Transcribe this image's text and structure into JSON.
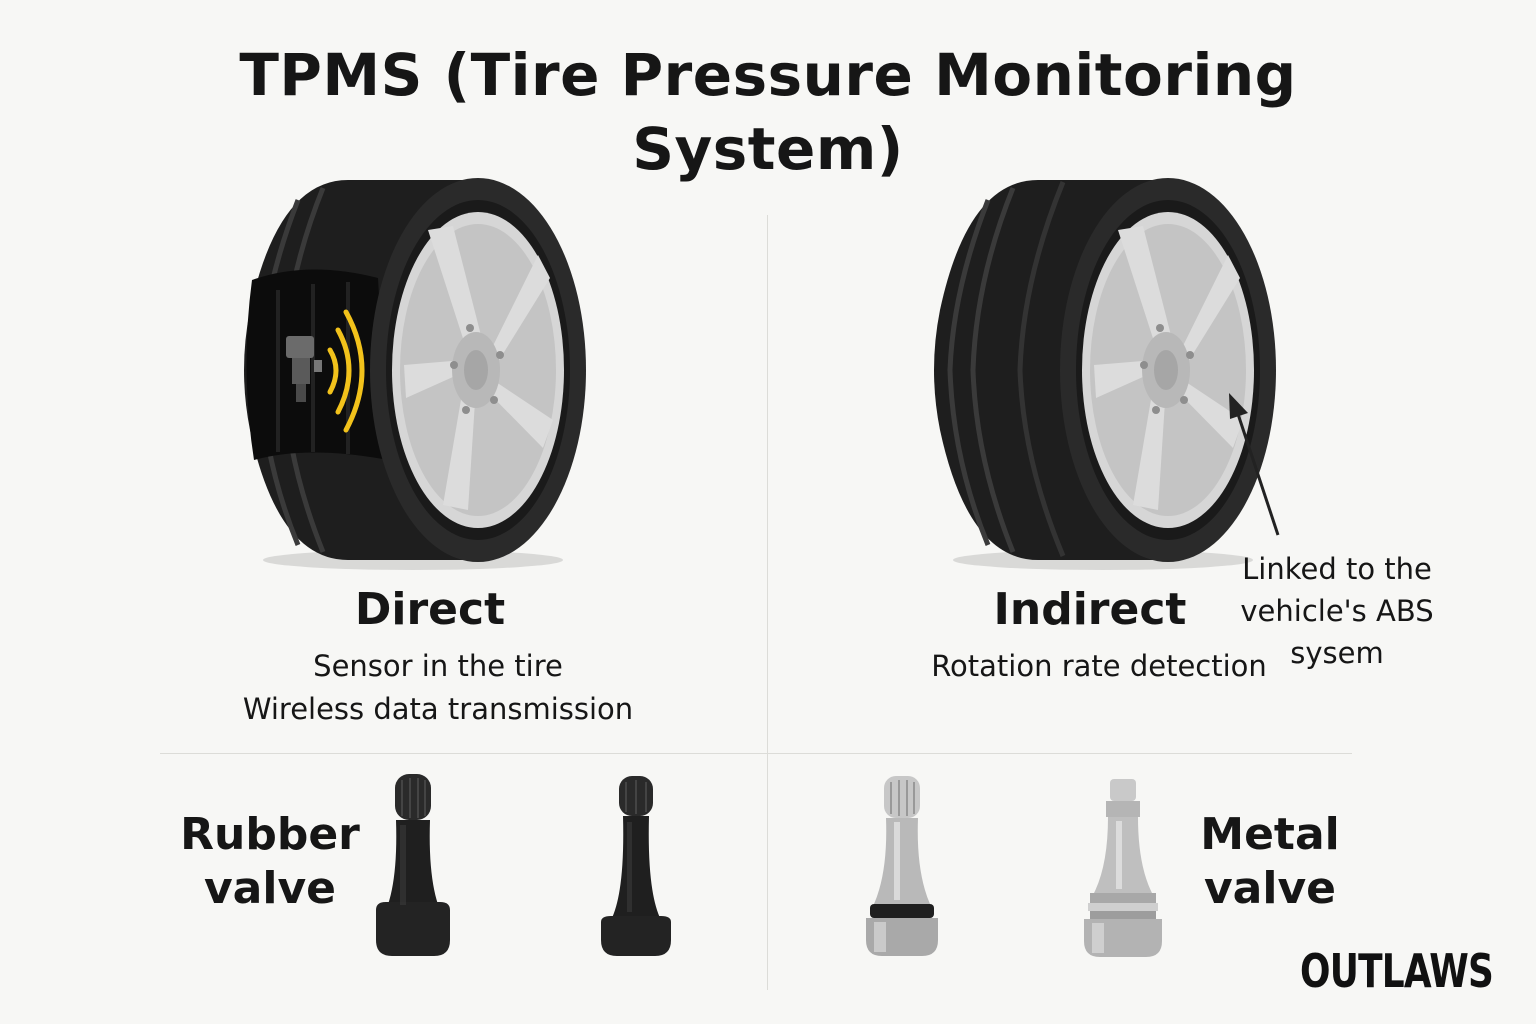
{
  "title": {
    "line1": "TPMS (Tire Pressure Monitoring",
    "line2": "System)"
  },
  "direct": {
    "heading": "Direct",
    "line1": "Sensor in the tire",
    "line2": "Wireless data transmission"
  },
  "indirect": {
    "heading": "Indirect",
    "line1": "Rotation rate detection",
    "note_line1": "Linked to the",
    "note_line2": "vehicle's ABS",
    "note_line3": "sysem"
  },
  "valves": {
    "rubber_line1": "Rubber",
    "rubber_line2": "valve",
    "metal_line1": "Metal",
    "metal_line2": "valve"
  },
  "brand": "OUTLAWS",
  "colors": {
    "tire": "#1c1c1c",
    "rim": "#d4d4d4",
    "signal": "#f2c21b",
    "rubber_valve": "#202020",
    "metal_valve": "#bdbdbd"
  }
}
